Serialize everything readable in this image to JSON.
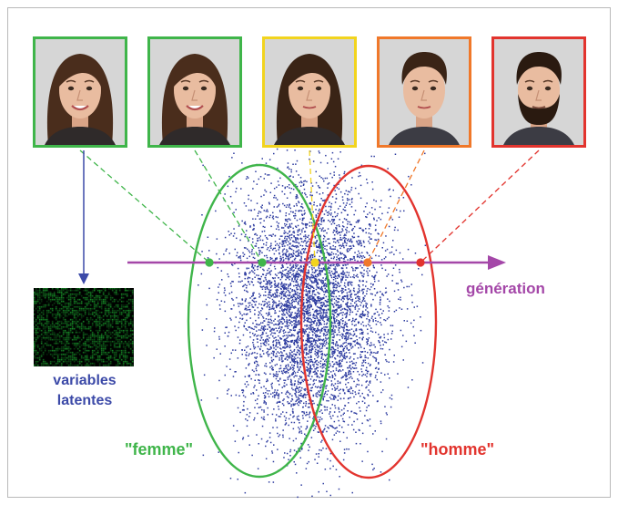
{
  "labels": {
    "latent_line1": "variables",
    "latent_line2": "latentes",
    "axis": "génération",
    "female_cluster": "\"femme\"",
    "male_cluster": "\"homme\""
  },
  "colors": {
    "green": "#3fb54a",
    "yellow": "#f2d41e",
    "orange": "#f0782a",
    "red": "#e2342e",
    "axis": "#a447a8",
    "latent_arrow": "#3c4aa8",
    "latent_text": "#3c4aa8",
    "points": "#2e3ca0",
    "matrix": "#22c83a"
  },
  "faces": [
    {
      "name": "face-woman-1",
      "frame_color": "green",
      "hair": "#4a2d1c",
      "beard": false,
      "icon": "woman-portrait"
    },
    {
      "name": "face-woman-2",
      "frame_color": "green",
      "hair": "#4a2d1c",
      "beard": false,
      "icon": "woman-portrait"
    },
    {
      "name": "face-androgynous",
      "frame_color": "yellow",
      "hair": "#3a2416",
      "beard": false,
      "icon": "androgynous-portrait"
    },
    {
      "name": "face-man-1",
      "frame_color": "orange",
      "hair": "#3a2416",
      "beard": false,
      "icon": "man-portrait"
    },
    {
      "name": "face-man-2",
      "frame_color": "red",
      "hair": "#2a1a10",
      "beard": true,
      "icon": "bearded-man-portrait"
    }
  ],
  "axis_points": [
    {
      "name": "axis-point-1",
      "color": "green"
    },
    {
      "name": "axis-point-2",
      "color": "green"
    },
    {
      "name": "axis-point-3",
      "color": "yellow"
    },
    {
      "name": "axis-point-4",
      "color": "orange"
    },
    {
      "name": "axis-point-5",
      "color": "red"
    }
  ]
}
